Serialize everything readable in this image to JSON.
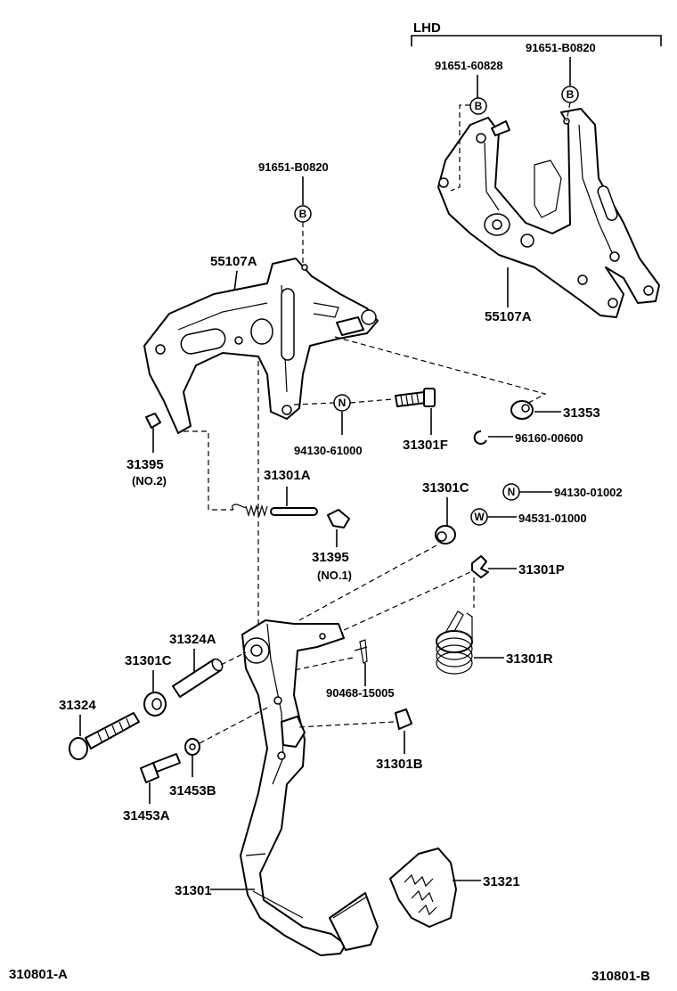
{
  "section": {
    "lhd_label": "LHD"
  },
  "labels": {
    "p91651_60828": "91651-60828",
    "p91651_b0820_top": "91651-B0820",
    "p91651_b0820_mid": "91651-B0820",
    "p55107a_main": "55107A",
    "p55107a_lhd": "55107A",
    "p31353": "31353",
    "p96160_00600": "96160-00600",
    "p94130_61000": "94130-61000",
    "p31301f": "31301F",
    "p31395_no2": "31395",
    "p31395_no2_sub": "(NO.2)",
    "p31301a": "31301A",
    "p31395_no1": "31395",
    "p31395_no1_sub": "(NO.1)",
    "p31301c_top": "31301C",
    "p94130_01002": "94130-01002",
    "p94531_01000": "94531-01000",
    "p31301p": "31301P",
    "p31301r": "31301R",
    "p31324a": "31324A",
    "p31301c_left": "31301C",
    "p31324": "31324",
    "p90468_15005": "90468-15005",
    "p31453b": "31453B",
    "p31301b": "31301B",
    "p31453a": "31453A",
    "p31301": "31301",
    "p31321": "31321",
    "ref_left": "310801-A",
    "ref_right": "310801-B"
  },
  "symbols": {
    "b": "B",
    "n": "N",
    "w": "W"
  }
}
